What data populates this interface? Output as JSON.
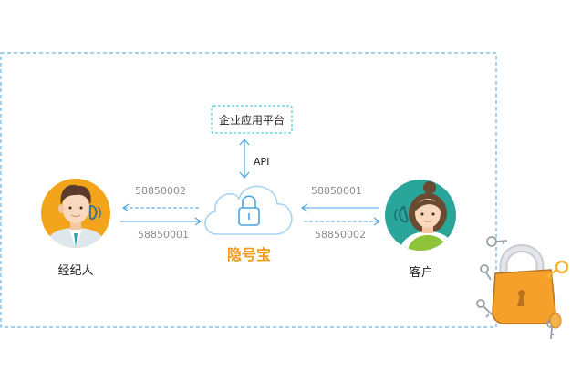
{
  "platform_label": "企业应用平台",
  "api_label": "API",
  "center_label": "隐号宝",
  "broker_label": "经纪人",
  "customer_label": "客户",
  "numbers": {
    "left_outgoing": "58850002",
    "left_incoming": "58850001",
    "right_incoming": "58850001",
    "right_outgoing": "58850002"
  },
  "colors": {
    "frame_dashed": "#4aa3df",
    "platform_box": "#2cc6c6",
    "arrow": "#4aa3df",
    "brand_text": "#f39a1e",
    "number_text": "#8c8c8c",
    "broker_bg": "#f2a51a",
    "customer_bg": "#2aa59a",
    "lock_orange": "#f4a02a"
  },
  "icons": {
    "cloud": "cloud-lock-icon",
    "broker": "broker-avatar-icon",
    "customer": "customer-avatar-icon",
    "padlock": "padlock-keys-illustration"
  }
}
